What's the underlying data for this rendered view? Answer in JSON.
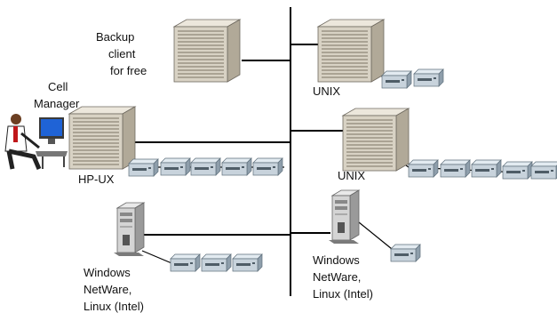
{
  "labels": {
    "backup_client_line1": "Backup",
    "backup_client_line2": "client",
    "backup_client_line3": "for free",
    "cell_manager_line1": "Cell",
    "cell_manager_line2": "Manager",
    "hpux": "HP-UX",
    "unix_top": "UNIX",
    "unix_mid": "UNIX",
    "win_left_line1": "Windows",
    "win_left_line2": "NetWare,",
    "win_left_line3": "Linux (Intel)",
    "win_right_line1": "Windows",
    "win_right_line2": "NetWare,",
    "win_right_line3": "Linux (Intel)"
  },
  "colors": {
    "line": "#000000",
    "server_body": "#d8d2c4",
    "server_shade": "#a79f8f",
    "tape_body": "#c8d3dc",
    "tape_shade": "#8e9eab"
  },
  "icons": {
    "server": "rack-server-icon",
    "tower": "tower-pc-icon",
    "tape": "tape-drive-icon",
    "operator": "operator-at-workstation-icon"
  }
}
